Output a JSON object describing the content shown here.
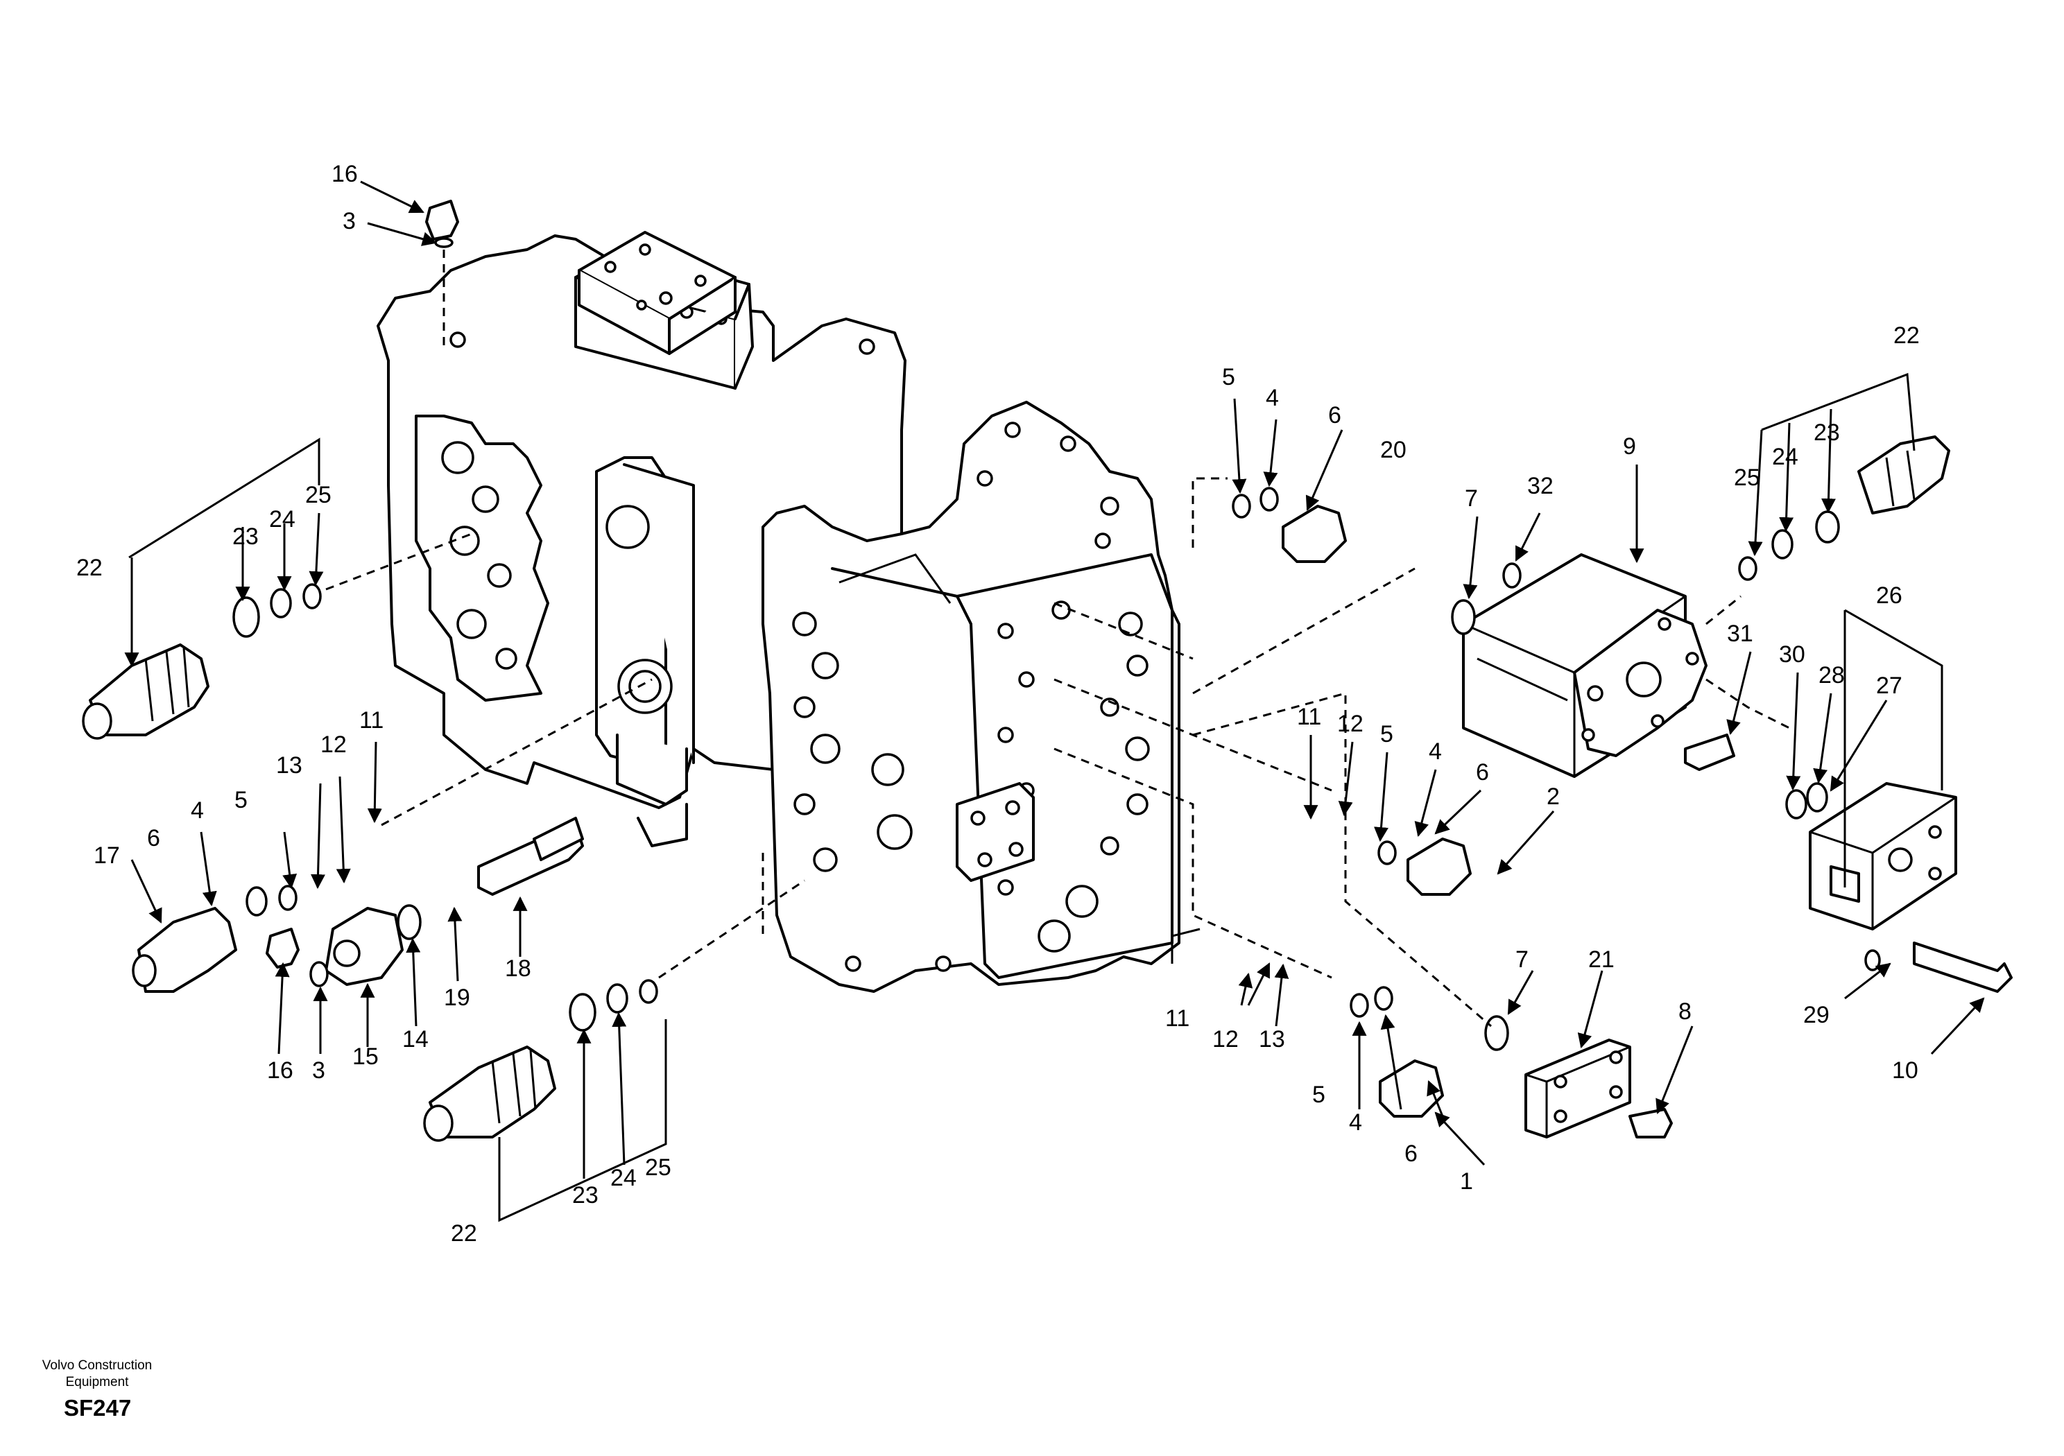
{
  "footer": {
    "brand_line1": "Volvo Construction",
    "brand_line2": "Equipment",
    "figure_code": "SF247"
  },
  "callouts": [
    "16",
    "3",
    "22",
    "23",
    "24",
    "25",
    "17",
    "6",
    "4",
    "5",
    "13",
    "12",
    "11",
    "16",
    "3",
    "15",
    "14",
    "19",
    "18",
    "23",
    "24",
    "25",
    "22",
    "5",
    "4",
    "6",
    "20",
    "7",
    "32",
    "9",
    "22",
    "25",
    "24",
    "23",
    "26",
    "31",
    "30",
    "28",
    "27",
    "11",
    "12",
    "5",
    "4",
    "6",
    "2",
    "11",
    "12",
    "13",
    "5",
    "4",
    "6",
    "1",
    "7",
    "21",
    "8",
    "29",
    "10"
  ]
}
